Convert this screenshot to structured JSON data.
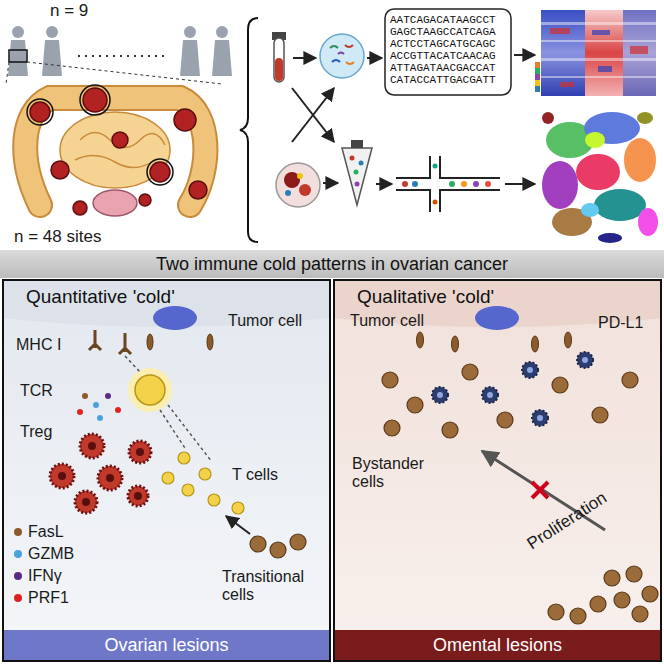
{
  "diagram": {
    "nodes": [
      {
        "text": [
          "Two immune cold patterns in ovarian cancer"
        ]
      },
      {
        "text": [
          "Quantitative 'cold'"
        ]
      },
      {
        "text": [
          "Ovarian lesions"
        ],
        "in": 1
      },
      {
        "text": [
          "Qualitative 'cold'"
        ]
      },
      {
        "text": [
          "Omental lesions"
        ],
        "in": 3
      }
    ],
    "labels": [
      "n = 9",
      "n = 48 sites",
      "AATCAGACATAAGCCT",
      "GAGCTAAGCCATCAGA",
      "ACTCCTAGCATGCAGC",
      "ACCGTTACATCAACAG",
      "ATTAGATAACGACCAT",
      "CATACCATTGACGATT",
      "MHC I",
      "Tumor cell",
      "TCR",
      "Treg",
      "T cells",
      "FasL",
      "GZMB",
      "IFNγ",
      "PRF1",
      "Transitional cells",
      "Tumor cell",
      "PD-L1",
      "Bystander cells",
      "Proliferation"
    ]
  }
}
